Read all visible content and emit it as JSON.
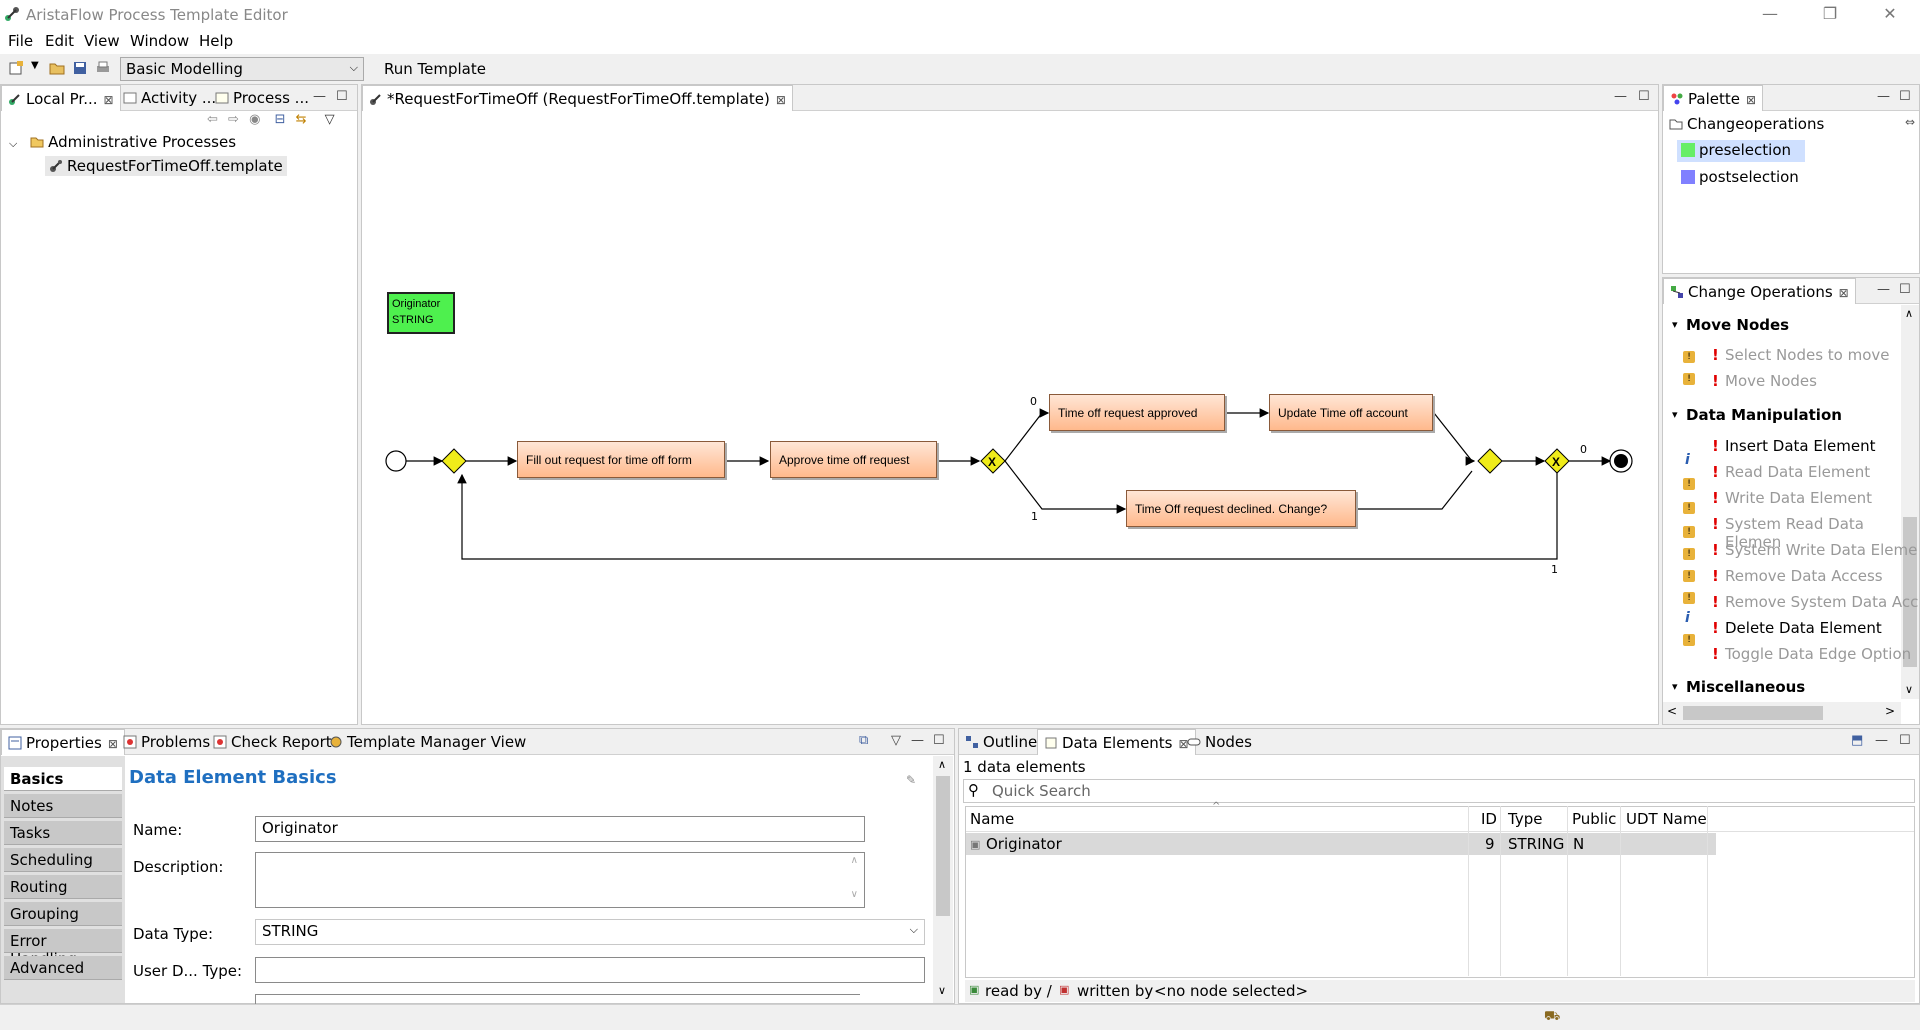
{
  "window": {
    "title": "AristaFlow Process Template Editor"
  },
  "menu": [
    "File",
    "Edit",
    "View",
    "Window",
    "Help"
  ],
  "toolbar": {
    "perspective": "Basic Modelling",
    "run_label": "Run Template"
  },
  "left_panel": {
    "tabs": [
      "Local Pr...",
      "Activity ...",
      "Process ..."
    ],
    "tree": {
      "folder": "Administrative Processes",
      "item": "RequestForTimeOff.template"
    }
  },
  "editor": {
    "tab": "*RequestForTimeOff (RequestForTimeOff.template)",
    "data_element": {
      "name": "Originator",
      "type": "STRING"
    },
    "nodes": {
      "fill_form": "Fill out request for time off form",
      "approve": "Approve time off request",
      "approved": "Time off request approved",
      "update": "Update Time off account",
      "declined": "Time Off request declined. Change?"
    },
    "edge_labels": {
      "top": "0",
      "bottom": "1",
      "loop_top": "0",
      "loop_bottom": "1"
    }
  },
  "palette": {
    "tab": "Palette",
    "group": "Changeoperations",
    "items": [
      {
        "label": "preselection",
        "color": "#66ee66"
      },
      {
        "label": "postselection",
        "color": "#8080ff"
      }
    ]
  },
  "change_ops": {
    "tab": "Change Operations",
    "sections": {
      "move": "Move Nodes",
      "data": "Data Manipulation",
      "misc": "Miscellaneous"
    },
    "move_items": [
      "Select Nodes to move",
      "Move Nodes"
    ],
    "data_items": [
      "Insert Data Element",
      "Read Data Element",
      "Write Data Element",
      "System Read Data Elemen",
      "System Write Data Eleme",
      "Remove Data Access",
      "Remove System Data Acc",
      "Delete Data Element",
      "Toggle Data Edge Option"
    ]
  },
  "properties": {
    "tabs": [
      "Properties",
      "Problems",
      "Check Report",
      "Template Manager View"
    ],
    "side_tabs": [
      "Basics",
      "Notes",
      "Tasks",
      "Scheduling",
      "Routing",
      "Grouping",
      "Error Handling",
      "Advanced"
    ],
    "heading": "Data Element Basics",
    "name_label": "Name:",
    "name_value": "Originator",
    "desc_label": "Description:",
    "type_label": "Data Type:",
    "type_value": "STRING",
    "udt_label": "User D... Type:"
  },
  "data_panel": {
    "tabs": [
      "Outline",
      "Data Elements",
      "Nodes"
    ],
    "count": "1 data elements",
    "search_placeholder": "Quick Search",
    "columns": [
      "Name",
      "ID",
      "Type",
      "Public",
      "UDT Name"
    ],
    "row": {
      "name": "Originator",
      "id": "9",
      "type": "STRING",
      "public": "N"
    },
    "footer_read": "read by /",
    "footer_written": "written by",
    "footer_status": "<no node selected>"
  }
}
